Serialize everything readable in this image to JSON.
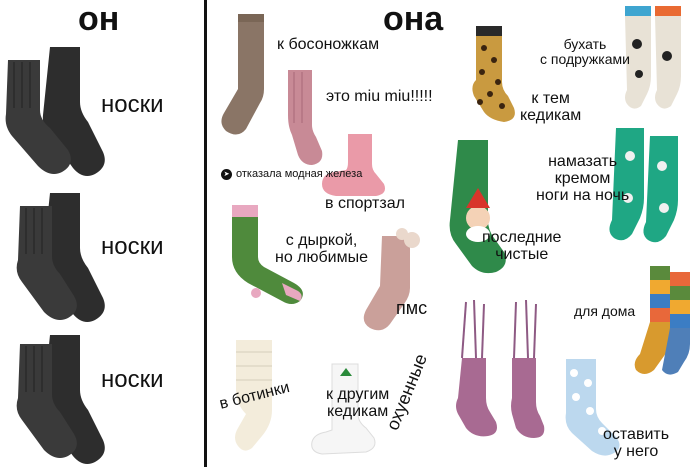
{
  "headers": {
    "he": "он",
    "she": "она"
  },
  "left_labels": [
    "носки",
    "носки",
    "носки"
  ],
  "right_labels": {
    "beige": "к босоножкам",
    "miumiu": "это miu miu!!!!!",
    "leopard_1": "к тем",
    "leopard_2": "кедикам",
    "friends_1": "бухать",
    "friends_2": "с подружками",
    "gym": "в спортзал",
    "green_1": "с дыркой,",
    "green_2": "но любимые",
    "xmas_1": "последние",
    "xmas_2": "чистые",
    "cream_1": "намазать",
    "cream_2": "кремом",
    "cream_3": "ноги на ночь",
    "pms": "пмс",
    "home": "для дома",
    "boots": "в ботинки",
    "adidas_1": "к другим",
    "adidas_2": "кедикам",
    "fringe": "охуенные",
    "keep_1": "оставить",
    "keep_2": "у него"
  },
  "watermark": "отказала модная железа"
}
